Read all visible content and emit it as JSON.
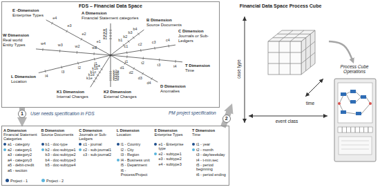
{
  "diagram": {
    "nodes": [
      {
        "text": [
          "FDS – Financial Data Space"
        ]
      },
      {
        "text": [
          "A Dimension",
          "Financial Statement Categories"
        ]
      },
      {
        "text": [
          "B Dimension",
          "Source Documents"
        ]
      },
      {
        "text": [
          "C Dimension",
          "Journals or Sub-Ledgers"
        ]
      },
      {
        "text": [
          "L Dimension",
          "Location"
        ]
      },
      {
        "text": [
          "E Dimension",
          "Enterprise Types"
        ]
      },
      {
        "text": [
          "T Dimension",
          "Time"
        ]
      },
      {
        "text": [
          "Financial Data Space Process Cube",
          "case type",
          "event class",
          "time"
        ]
      },
      {
        "text": [
          "Process Cube Operations"
        ]
      }
    ],
    "edges": [
      {
        "from": 0,
        "to": 1,
        "arrow": "to",
        "label": "1"
      },
      {
        "from": 6,
        "to": 7,
        "arrow": "to",
        "label": "2"
      },
      {
        "from": 7,
        "to": 8,
        "arrow": "to"
      }
    ],
    "labels": [
      "E -Dimension",
      "Enterprise Types",
      "A Dimension",
      "Financial Statement categories",
      "B Dimension",
      "Source Documents",
      "C Dimension",
      "Journals or Sub-Ledgers",
      "T Dimension",
      "Time",
      "D Dimension",
      "Anomalies",
      "K2 Dimension",
      "External Changes",
      "K1 Dimension",
      "Internal Changes",
      "L Dimension",
      "Location",
      "W Dimension",
      "Real world Entity Types",
      "e1",
      "e2",
      "e3",
      "e4",
      "a1",
      "a2",
      "a3",
      "a4",
      "b1",
      "b2",
      "b3",
      "b4",
      "c1",
      "c2",
      "c3",
      "c4",
      "t1",
      "t2",
      "t3",
      "t4",
      "d1",
      "d2",
      "d3",
      "d4",
      "k2a",
      "k2b",
      "k2c",
      "k2d",
      "k2e",
      "k1a",
      "k1b",
      "k1c",
      "k1d",
      "k1e",
      "l1",
      "l2",
      "l3",
      "l4",
      "w1",
      "w2",
      "w3",
      "w4",
      "a1 - category",
      "a2 - category1",
      "a3 - category2",
      "a4 - category3",
      "a5 - debit-credit",
      "a6 - section",
      "b1 - doc-type",
      "b2 - doc-subtype1",
      "b3 - doc-subtype2",
      "b4 - doc-subtype3",
      "b5 - doc-subtype4",
      "c1 - journal",
      "c2 - sub-journal1",
      "c3 - sub-journal2",
      "l1 - Country",
      "l2 - City",
      "l3 - Region",
      "l4 - Business unit",
      "l5 - Department",
      "l6 - Process/Project",
      "e1 - Enterprise type",
      "e2 - subtype1",
      "e3 - subtype2",
      "e4 - subtype3",
      "t1 - year",
      "t2 - month",
      "t3 - day/weekday",
      "t4 - t-min.sec",
      "t5 - period beginning",
      "t6 - period ending",
      "User needs specification in FDS",
      "PM project specification"
    ],
    "legend": [
      {
        "text": "Project - 1",
        "color": "#1f4e8c"
      },
      {
        "text": "Project - 2",
        "color": "#5ab4dc"
      }
    ]
  }
}
